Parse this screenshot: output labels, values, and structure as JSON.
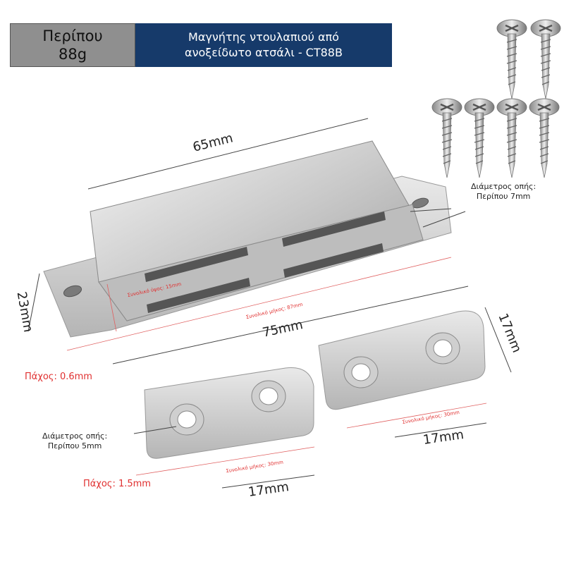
{
  "header": {
    "weight_line1": "Περίπου",
    "weight_line2": "88g",
    "title_line1": "Μαγνήτης ντουλαπιού από",
    "title_line2": "ανοξείδωτο ατσάλι - CT88B"
  },
  "dimensions": {
    "top_length": "65mm",
    "overall_length": "75mm",
    "height": "23mm",
    "plate_height": "17mm",
    "plate_width_right": "17mm",
    "plate_width_left": "17mm"
  },
  "notes": {
    "hole_big_line1": "Διάμετρος οπής:",
    "hole_big_line2": "Περίπου 7mm",
    "hole_small_line1": "Διάμετρος οπής:",
    "hole_small_line2": "Περίπου 5mm",
    "thickness_catch": "Πάχος: 0.6mm",
    "thickness_plate": "Πάχος: 1.5mm"
  },
  "tiny_labels": {
    "total_height": "Συνολικό ύψος: 15mm",
    "total_length": "Συνολικό μήκος: 87mm",
    "plate_length_right": "Συνολικό μήκος: 30mm",
    "plate_length_left": "Συνολικό μήκος: 30mm"
  },
  "colors": {
    "header_gray": "#8f8f8f",
    "header_blue": "#163a6a",
    "accent_red": "#e03030"
  }
}
